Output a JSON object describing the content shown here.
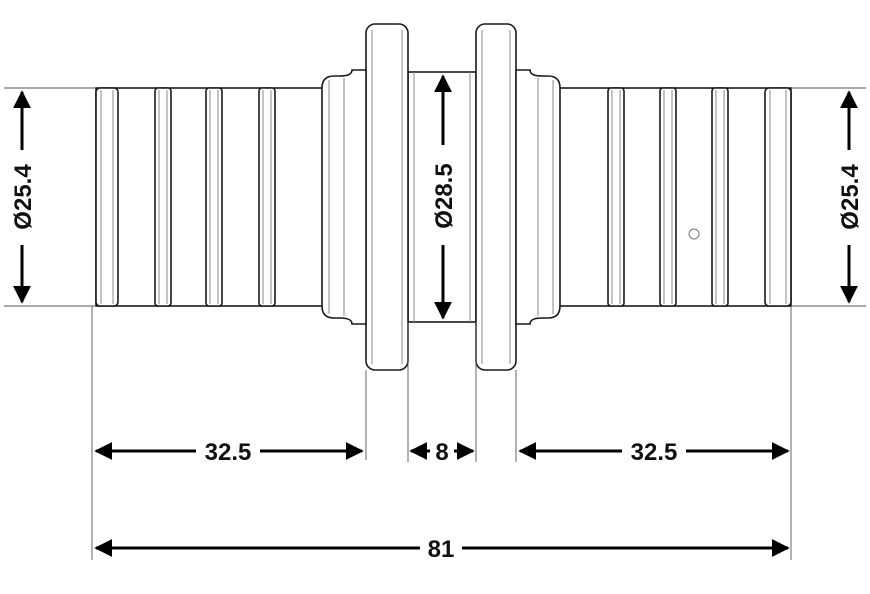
{
  "diagram": {
    "labels": {
      "left_diameter": "Ø25.4",
      "center_diameter": "Ø28.5",
      "right_diameter": "Ø25.4",
      "left_length": "32.5",
      "center_length": "8",
      "right_length": "32.5",
      "total_length": "81"
    },
    "colors": {
      "outline": "#1a1a1a",
      "dimension": "#000000",
      "background": "#ffffff"
    }
  }
}
